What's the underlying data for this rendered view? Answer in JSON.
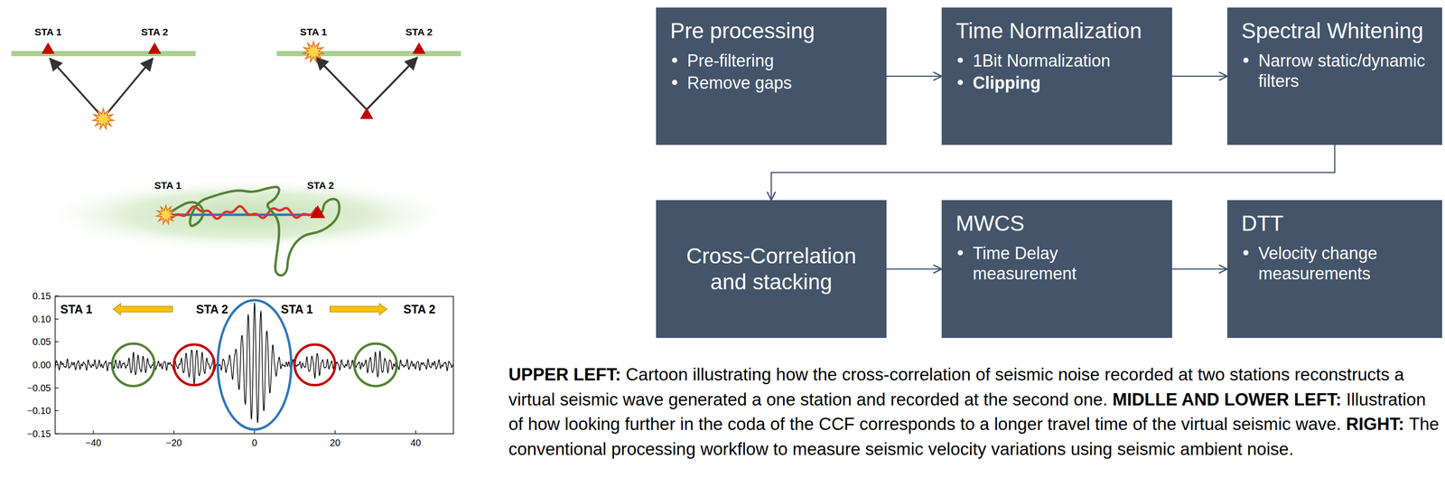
{
  "diagram": {
    "nodes": [
      {
        "text": [
          "Pre processing",
          "Pre-filtering",
          "Remove gaps"
        ]
      },
      {
        "text": [
          "Time Normalization",
          "1Bit Normalization",
          "Clipping"
        ]
      },
      {
        "text": [
          "Spectral Whitening",
          "Narrow static/dynamic filters"
        ]
      },
      {
        "text": [
          "Cross-Correlation and stacking"
        ]
      },
      {
        "text": [
          "MWCS",
          "Time Delay measurement"
        ]
      },
      {
        "text": [
          "DTT",
          "Velocity change measurements"
        ]
      }
    ],
    "edges": [
      {
        "from": 0,
        "to": 1,
        "arrow": "to"
      },
      {
        "from": 1,
        "to": 2,
        "arrow": "to"
      },
      {
        "from": 2,
        "to": 3,
        "arrow": "to"
      },
      {
        "from": 3,
        "to": 4,
        "arrow": "to"
      },
      {
        "from": 4,
        "to": 5,
        "arrow": "to"
      }
    ],
    "labels": [
      "STA 1",
      "STA 2",
      "STA 1",
      "STA 2",
      "STA 1",
      "STA 2",
      "STA 1",
      "STA 2",
      "STA 1",
      "STA 2",
      "0.15",
      "0.10",
      "0.05",
      "0.00",
      "−0.05",
      "−0.10",
      "−0.15",
      "−40",
      "−20",
      "0",
      "20",
      "40",
      "UPPER LEFT:",
      "Cartoon illustrating how the cross-correlation of seismic noise recorded at two stations reconstructs a virtual seismic wave generated a one station and recorded at the second one.",
      "MIDLLE AND LOWER LEFT:",
      "Illustration of how looking further in the coda of the CCF corresponds to a longer travel time of the virtual seismic wave.",
      "RIGHT:",
      "The conventional processing workflow to measure seismic velocity variations using seismic ambient noise."
    ]
  }
}
